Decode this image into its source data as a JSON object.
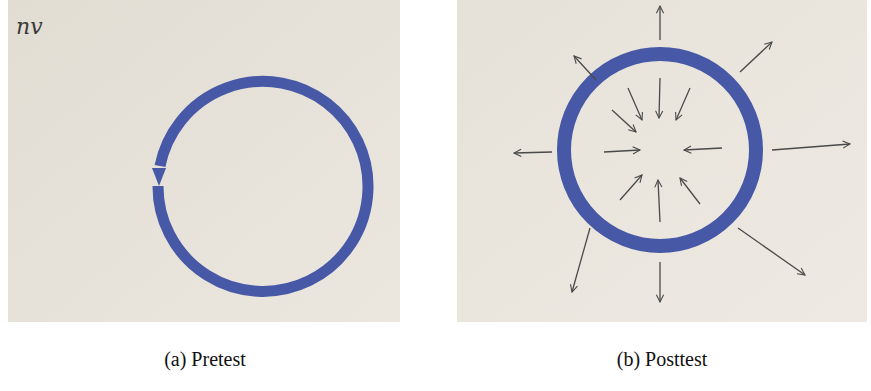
{
  "diagram": {
    "labels": [
      "nv",
      "(a) Pretest",
      "(b) Posttest"
    ]
  }
}
